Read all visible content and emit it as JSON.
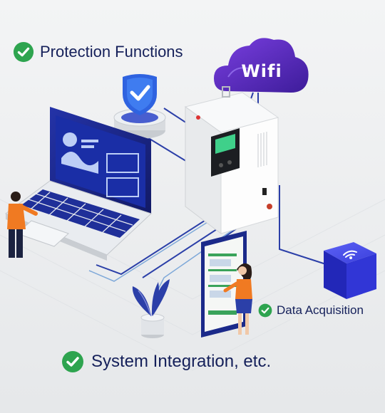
{
  "features": {
    "protection": "Protection Functions",
    "data_acquisition": "Data Acquisition",
    "system_integration": "System Integration, etc."
  },
  "cloud": {
    "label": "Wifi"
  },
  "icons": {
    "check": "check-circle-icon",
    "shield": "shield-check-icon",
    "cloud": "cloud-icon",
    "router": "wifi-cube-icon",
    "plant": "plant-icon"
  },
  "colors": {
    "check_green": "#2ea44f",
    "text_navy": "#15205a",
    "laptop_blue": "#1b2a8a",
    "cloud_purple": "#5b2bb8",
    "cube_blue": "#2b2fd0",
    "shirt_orange": "#f07a22"
  }
}
